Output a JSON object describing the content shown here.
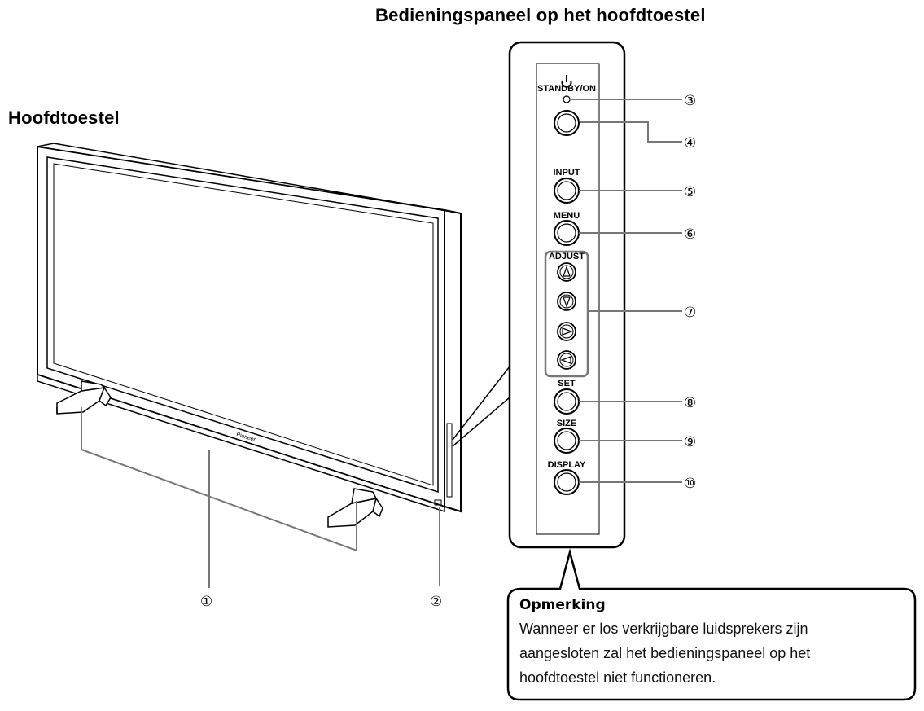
{
  "headings": {
    "panel": "Bedieningspaneel op het hoofdtoestel",
    "main_unit": "Hoofdtoestel"
  },
  "panel": {
    "standby_label": "STANDBY/ON",
    "buttons": {
      "input": "INPUT",
      "menu": "MENU",
      "adjust": "ADJUST",
      "set": "SET",
      "size": "SIZE",
      "display": "DISPLAY"
    },
    "brand": "Pioneer"
  },
  "callouts": [
    "①",
    "②",
    "③",
    "④",
    "⑤",
    "⑥",
    "⑦",
    "⑧",
    "⑨",
    "⑩"
  ],
  "note": {
    "title": "Opmerking",
    "lines": [
      "Wanneer er los verkrijgbare luidsprekers zijn",
      "aangesloten zal het bedieningspaneel op het",
      "hoofdtoestel niet functioneren."
    ]
  },
  "icons": [
    "power-icon",
    "arrow-up-icon",
    "arrow-down-icon",
    "arrow-right-icon",
    "arrow-left-icon"
  ]
}
